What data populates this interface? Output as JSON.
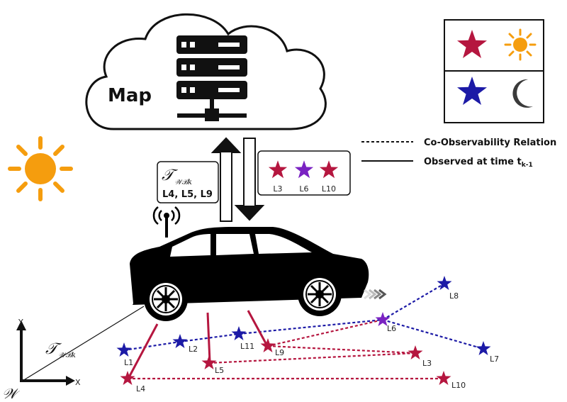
{
  "map": {
    "label": "Map"
  },
  "upload": {
    "transform": "𝒯",
    "transform_sub": "𝒲ℬk",
    "landmarks": "L4, L5, L9"
  },
  "download": {
    "landmarks": [
      "L3",
      "L6",
      "L10"
    ]
  },
  "legend": {
    "co_observability": "Co-Observability Relation",
    "observed_prefix": "Observed at time t",
    "observed_sub": "k-1"
  },
  "frame": {
    "y": "Y",
    "x": "X",
    "world": "𝒲",
    "transform": "𝒯",
    "transform_sub": "𝒲ℬk"
  },
  "colors": {
    "red": "#b5163f",
    "blue": "#1c1aa6",
    "purple": "#7a22c2",
    "sun": "#f59d0e",
    "moon": "#3a3a3a"
  },
  "landmarks": [
    {
      "id": "L1",
      "label": "L1",
      "color": "blue"
    },
    {
      "id": "L2",
      "label": "L2",
      "color": "blue"
    },
    {
      "id": "L3",
      "label": "L3",
      "color": "red"
    },
    {
      "id": "L4",
      "label": "L4",
      "color": "red"
    },
    {
      "id": "L5",
      "label": "L5",
      "color": "red"
    },
    {
      "id": "L6",
      "label": "L6",
      "color": "purple"
    },
    {
      "id": "L7",
      "label": "L7",
      "color": "blue"
    },
    {
      "id": "L8",
      "label": "L8",
      "color": "blue"
    },
    {
      "id": "L9",
      "label": "L9",
      "color": "red"
    },
    {
      "id": "L10",
      "label": "L10",
      "color": "red"
    },
    {
      "id": "L11",
      "label": "L11",
      "color": "blue"
    }
  ]
}
